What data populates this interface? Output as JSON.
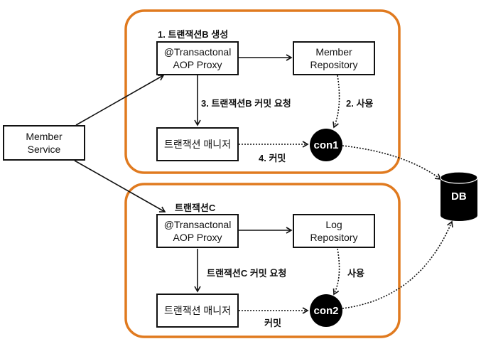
{
  "colors": {
    "group_border": "#E07A1F",
    "ink": "#111111"
  },
  "member_service": {
    "line1": "Member",
    "line2": "Service"
  },
  "group_b": {
    "header": "1. 트랜잭션B 생성",
    "proxy": {
      "line1": "@Transactonal",
      "line2": "AOP Proxy"
    },
    "repository": {
      "line1": "Member",
      "line2": "Repository"
    },
    "tx_manager": "트랜잭션 매니저",
    "connection": "con1",
    "label_commit_request": "3. 트랜잭션B 커밋 요청",
    "label_use": "2. 사용",
    "label_commit": "4. 커밋"
  },
  "group_c": {
    "header": "트랜잭션C",
    "proxy": {
      "line1": "@Transactonal",
      "line2": "AOP Proxy"
    },
    "repository": {
      "line1": "Log",
      "line2": "Repository"
    },
    "tx_manager": "트랜잭션 매니저",
    "connection": "con2",
    "label_commit_request": "트랜잭션C 커밋 요청",
    "label_use": "사용",
    "label_commit": "커밋"
  },
  "db": {
    "label": "DB"
  }
}
